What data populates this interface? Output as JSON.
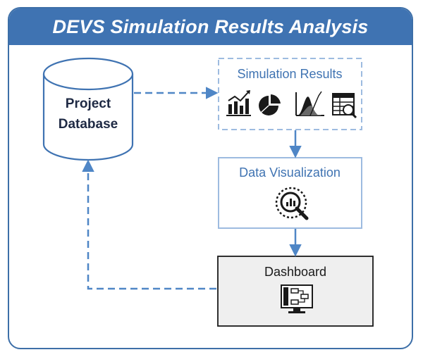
{
  "title": "DEVS Simulation Results Analysis",
  "nodes": {
    "project_database": {
      "line1": "Project",
      "line2": "Database"
    },
    "simulation_results": {
      "label": "Simulation Results",
      "icons": [
        "bar-chart-icon",
        "pie-chart-icon",
        "area-chart-icon",
        "table-analysis-icon"
      ]
    },
    "data_visualization": {
      "label": "Data Visualization",
      "icon": "magnifier-chart-icon"
    },
    "dashboard": {
      "label": "Dashboard",
      "icon": "monitor-flowchart-icon"
    }
  },
  "colors": {
    "primary": "#3f73b2",
    "border": "#3d6fa8",
    "edge": "#4f86c6",
    "node_light_border": "#9dbbe0",
    "dashboard_fill": "#efefef",
    "text_dark": "#1f2a44",
    "text_blue": "#3f73b2"
  }
}
